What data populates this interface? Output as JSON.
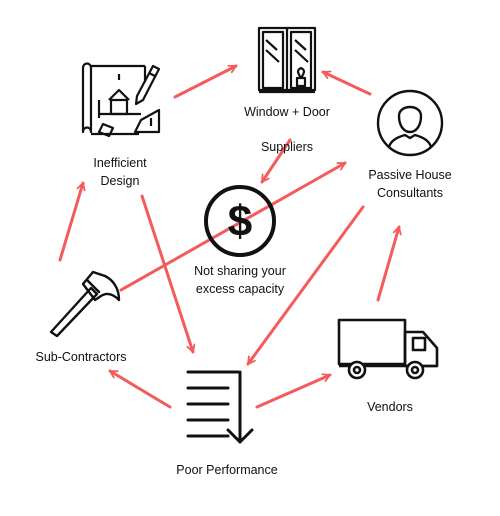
{
  "diagram": {
    "arrow_color": "#F45B5B",
    "nodes": {
      "window_door": {
        "label": "Window + Door",
        "label_line2": "Suppliers",
        "icon": "window-icon"
      },
      "passive_house": {
        "label": "Passive House",
        "label_line2": "Consultants",
        "icon": "person-icon"
      },
      "inefficient_design": {
        "label": "Inefficient",
        "label_line2": "Design",
        "icon": "blueprint-icon"
      },
      "not_sharing": {
        "label": "Not sharing your",
        "label_line2": "excess capacity",
        "icon": "dollar-coin-icon"
      },
      "sub_contractors": {
        "label": "Sub-Contractors",
        "icon": "hammer-icon"
      },
      "vendors": {
        "label": "Vendors",
        "icon": "truck-icon"
      },
      "poor_performance": {
        "label": "Poor Performance",
        "icon": "sort-descending-icon"
      }
    }
  }
}
